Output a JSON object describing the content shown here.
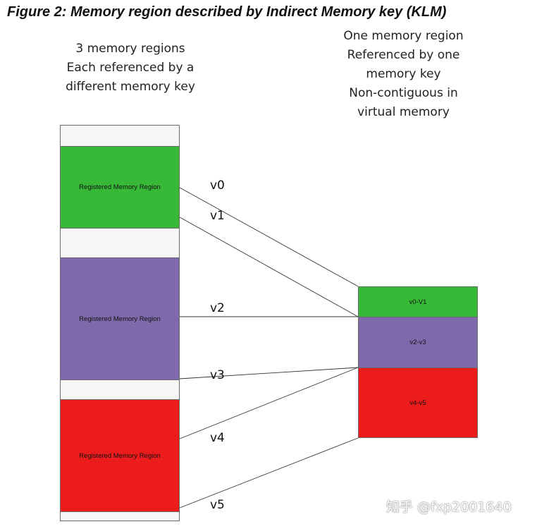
{
  "title": "Figure 2: Memory region described by Indirect Memory key (KLM)",
  "left_caption": [
    "3 memory regions",
    "Each referenced by a",
    "different memory key"
  ],
  "right_caption": [
    "One memory region",
    "Referenced by one",
    "memory key",
    "Non-contiguous in",
    "virtual memory"
  ],
  "left_regions": [
    {
      "label": "Registered Memory Region",
      "color": "#37b937"
    },
    {
      "label": "Registered Memory Region",
      "color": "#7e6aaa"
    },
    {
      "label": "Registered Memory Region",
      "color": "#ec1c1c"
    }
  ],
  "right_regions": [
    {
      "label": "v0-V1",
      "color": "#37b937"
    },
    {
      "label": "v2-v3",
      "color": "#7e6aaa"
    },
    {
      "label": "v4-v5",
      "color": "#ec1c1c"
    }
  ],
  "boundary_labels": [
    "v0",
    "v1",
    "v2",
    "v3",
    "v4",
    "v5"
  ],
  "watermark": "知乎 @fxp2001640"
}
